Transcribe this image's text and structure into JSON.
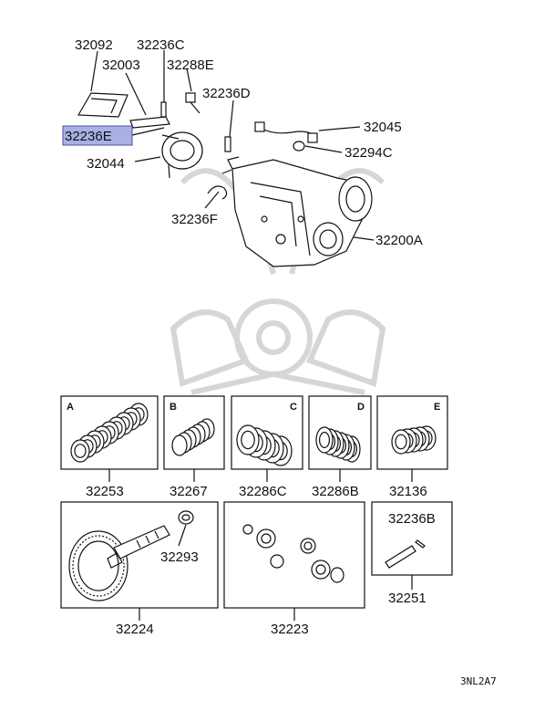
{
  "labels": {
    "p32092": "32092",
    "p32236C": "32236C",
    "p32003": "32003",
    "p32288E": "32288E",
    "p32236D": "32236D",
    "p32236E": "32236E",
    "p32045": "32045",
    "p32044": "32044",
    "p32294C": "32294C",
    "p32236F": "32236F",
    "p32200A": "32200A",
    "p32253": "32253",
    "p32267": "32267",
    "p32286C": "32286C",
    "p32286B": "32286B",
    "p32136": "32136",
    "p32293": "32293",
    "p32236B": "32236B",
    "p32224": "32224",
    "p32223": "32223",
    "p32251": "32251"
  },
  "box_letters": {
    "a": "A",
    "b": "B",
    "c": "C",
    "d": "D",
    "e": "E"
  },
  "diagram_code": "3NL2A7",
  "highlight": {
    "label": "32236E",
    "color": "#aab0e6"
  }
}
